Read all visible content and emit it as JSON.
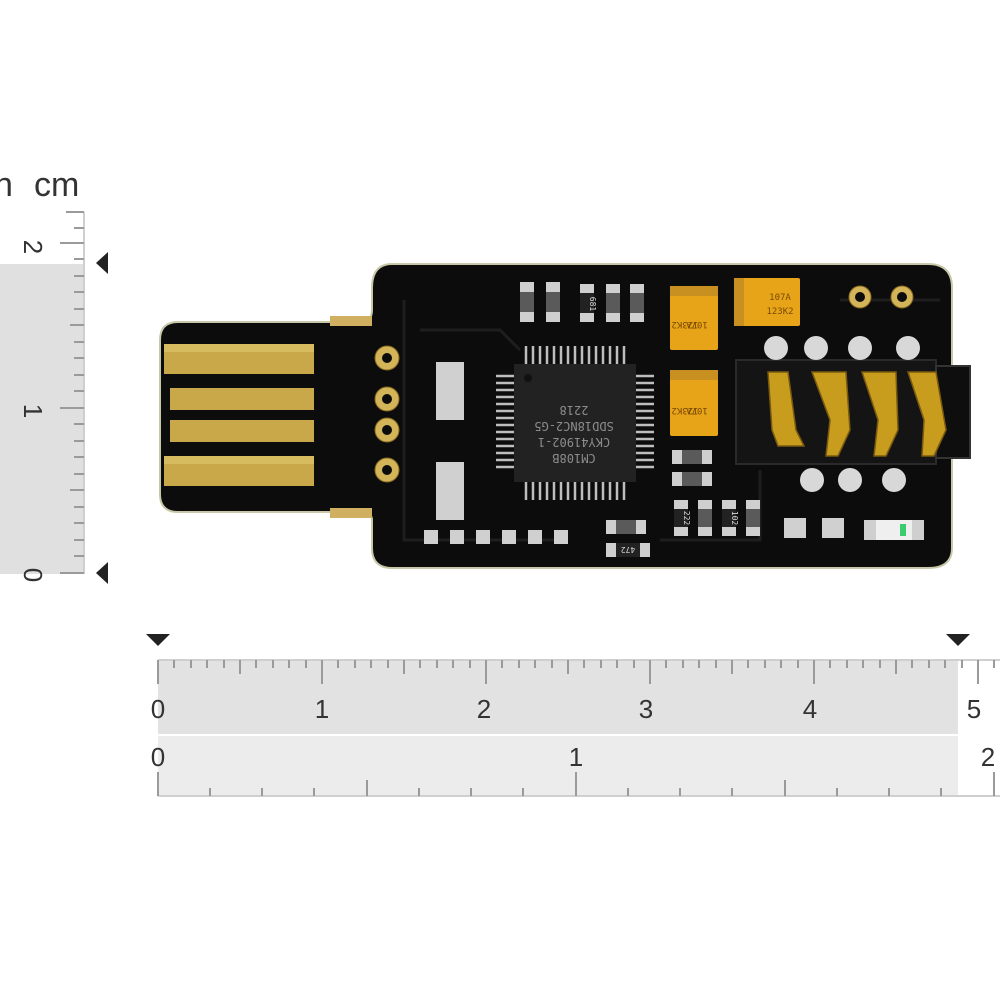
{
  "vertical_ruler": {
    "unit_label_partial": "n",
    "unit_label": "cm",
    "ticks": [
      "2",
      "1",
      "0"
    ]
  },
  "horizontal_ruler": {
    "cm_ticks": [
      "0",
      "1",
      "2",
      "3",
      "4",
      "5"
    ],
    "inch_ticks": [
      "0",
      "1",
      "2"
    ]
  },
  "chip": {
    "line1": "CM108B",
    "line2": "CKY41902-1",
    "line3": "SDD18NC2-G5",
    "line4": "2218"
  },
  "capacitors": [
    "107A",
    "107A",
    "107A"
  ],
  "cap_codes": [
    "123K2",
    "123K2",
    "123K2"
  ],
  "resistor_codes": [
    "681",
    "222",
    "102",
    "472"
  ]
}
